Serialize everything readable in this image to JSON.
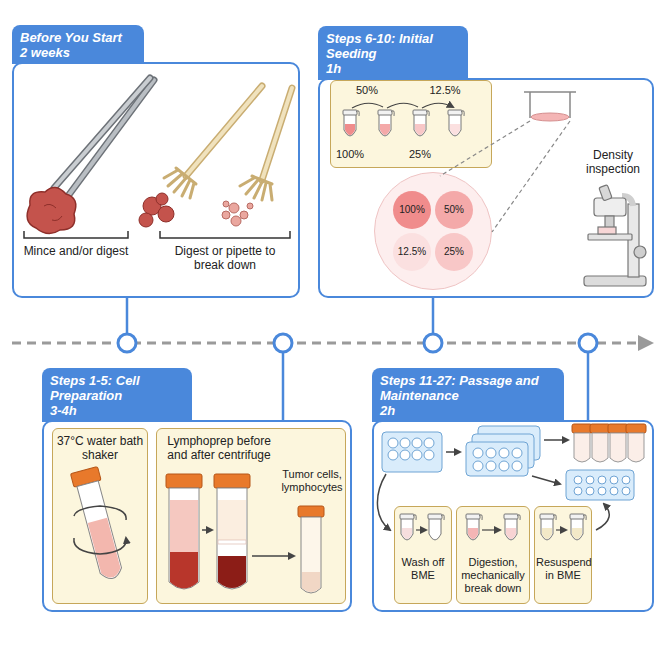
{
  "diagram": {
    "nodes": [
      {
        "text": [
          "Before You Start",
          "2 weeks"
        ]
      },
      {
        "text": [
          "Steps 6-10: Initial Seeding",
          "1h"
        ]
      },
      {
        "text": [
          "50%",
          "12.5%",
          "100%",
          "25%"
        ],
        "in": 1
      },
      {
        "text": [
          "100%",
          "50%",
          "12.5%",
          "25%"
        ],
        "in": 1
      },
      {
        "text": [
          "Steps 1-5: Cell Preparation",
          "3-4h"
        ]
      },
      {
        "text": [
          "37°C water bath shaker"
        ],
        "in": 4
      },
      {
        "text": [
          "Lymphoprep before and after centrifuge",
          "Tumor cells, lymphocytes"
        ],
        "in": 4
      },
      {
        "text": [
          "Steps 11-27: Passage and Maintenance",
          "2h"
        ]
      },
      {
        "text": [
          "Wash off BME"
        ],
        "in": 7
      },
      {
        "text": [
          "Digestion, mechanically break down"
        ],
        "in": 7
      },
      {
        "text": [
          "Resuspend in BME"
        ],
        "in": 7
      }
    ],
    "labels": [
      "Mince and/or digest",
      "Digest or pipette to break down",
      "Density inspection"
    ]
  }
}
